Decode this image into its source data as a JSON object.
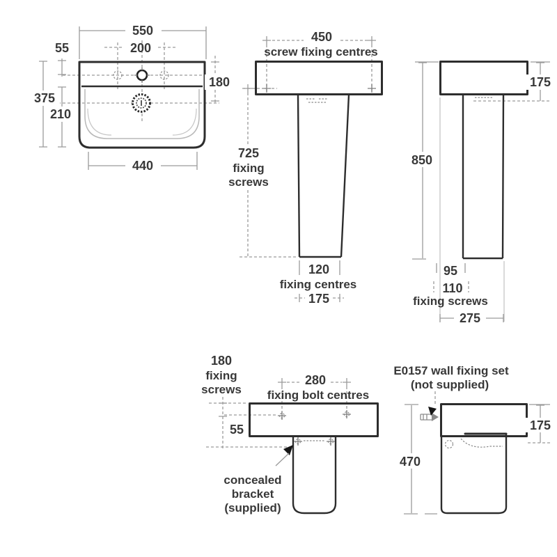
{
  "drawing": {
    "basin_front": {
      "width_overall": "550",
      "rim_to_taphole": "55",
      "taphole_centres": "200",
      "height_overall": "375",
      "bowl_height": "210",
      "width_bottom": "440",
      "rim_to_waste": "180"
    },
    "pedestal_front": {
      "screw_centres": "450",
      "screw_centres_label": "screw fixing centres",
      "fixing_height": "725",
      "fixing_word": "fixing",
      "screws_word": "screws",
      "base_fixing_centres": "120",
      "base_fixing_label": "fixing centres",
      "base_width": "175"
    },
    "pedestal_side": {
      "basin_height": "175",
      "height_overall": "850",
      "wall_to_pedestal": "95",
      "fixing_offset": "110",
      "fixing_label": "fixing screws",
      "depth_overall": "275"
    },
    "semi_pedestal_front": {
      "fixing_height": "180",
      "fixing_word": "fixing",
      "screws_word": "screws",
      "bolt_centres": "280",
      "bolt_centres_label": "fixing bolt centres",
      "rim_to_bolts": "55",
      "bracket_line1": "concealed",
      "bracket_line2": "bracket",
      "bracket_line3": "(supplied)"
    },
    "semi_pedestal_side": {
      "title_line1": "E0157 wall fixing set",
      "title_line2": "(not supplied)",
      "basin_height": "175",
      "height_overall": "470"
    }
  },
  "colors": {
    "outline": "#2d2d2d",
    "dimension": "#9a9a9a",
    "text": "#383838",
    "background": "#ffffff"
  }
}
